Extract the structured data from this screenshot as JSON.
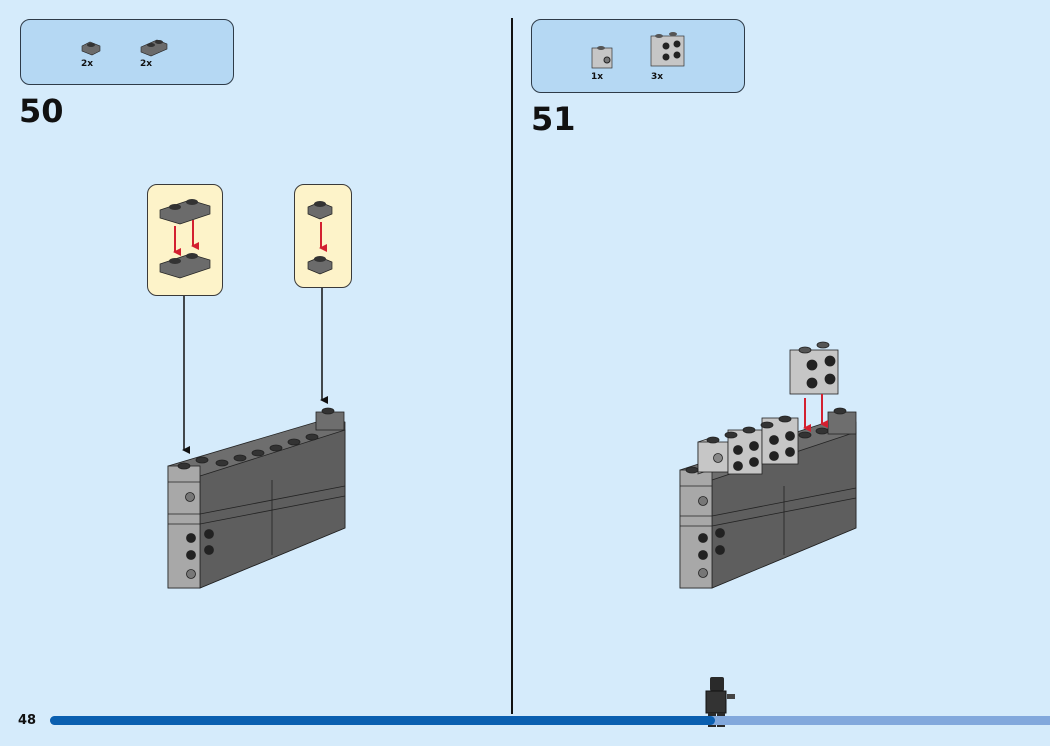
{
  "page_number": "48",
  "progress": 0.665,
  "colors": {
    "progress_done": "#0a5fb0",
    "progress_remaining": "#82a8dc",
    "background": "#d5ebfb",
    "arrow": "#d32030"
  },
  "steps": [
    {
      "number": "50",
      "parts": [
        {
          "name": "plate-1x1-dark-gray",
          "qty": "2x"
        },
        {
          "name": "plate-1x2-dark-gray",
          "qty": "2x"
        }
      ]
    },
    {
      "number": "51",
      "parts": [
        {
          "name": "brick-1x1-stud-side-light-gray",
          "qty": "1x"
        },
        {
          "name": "brick-1x2-studs-side-light-gray",
          "qty": "3x"
        }
      ]
    }
  ]
}
